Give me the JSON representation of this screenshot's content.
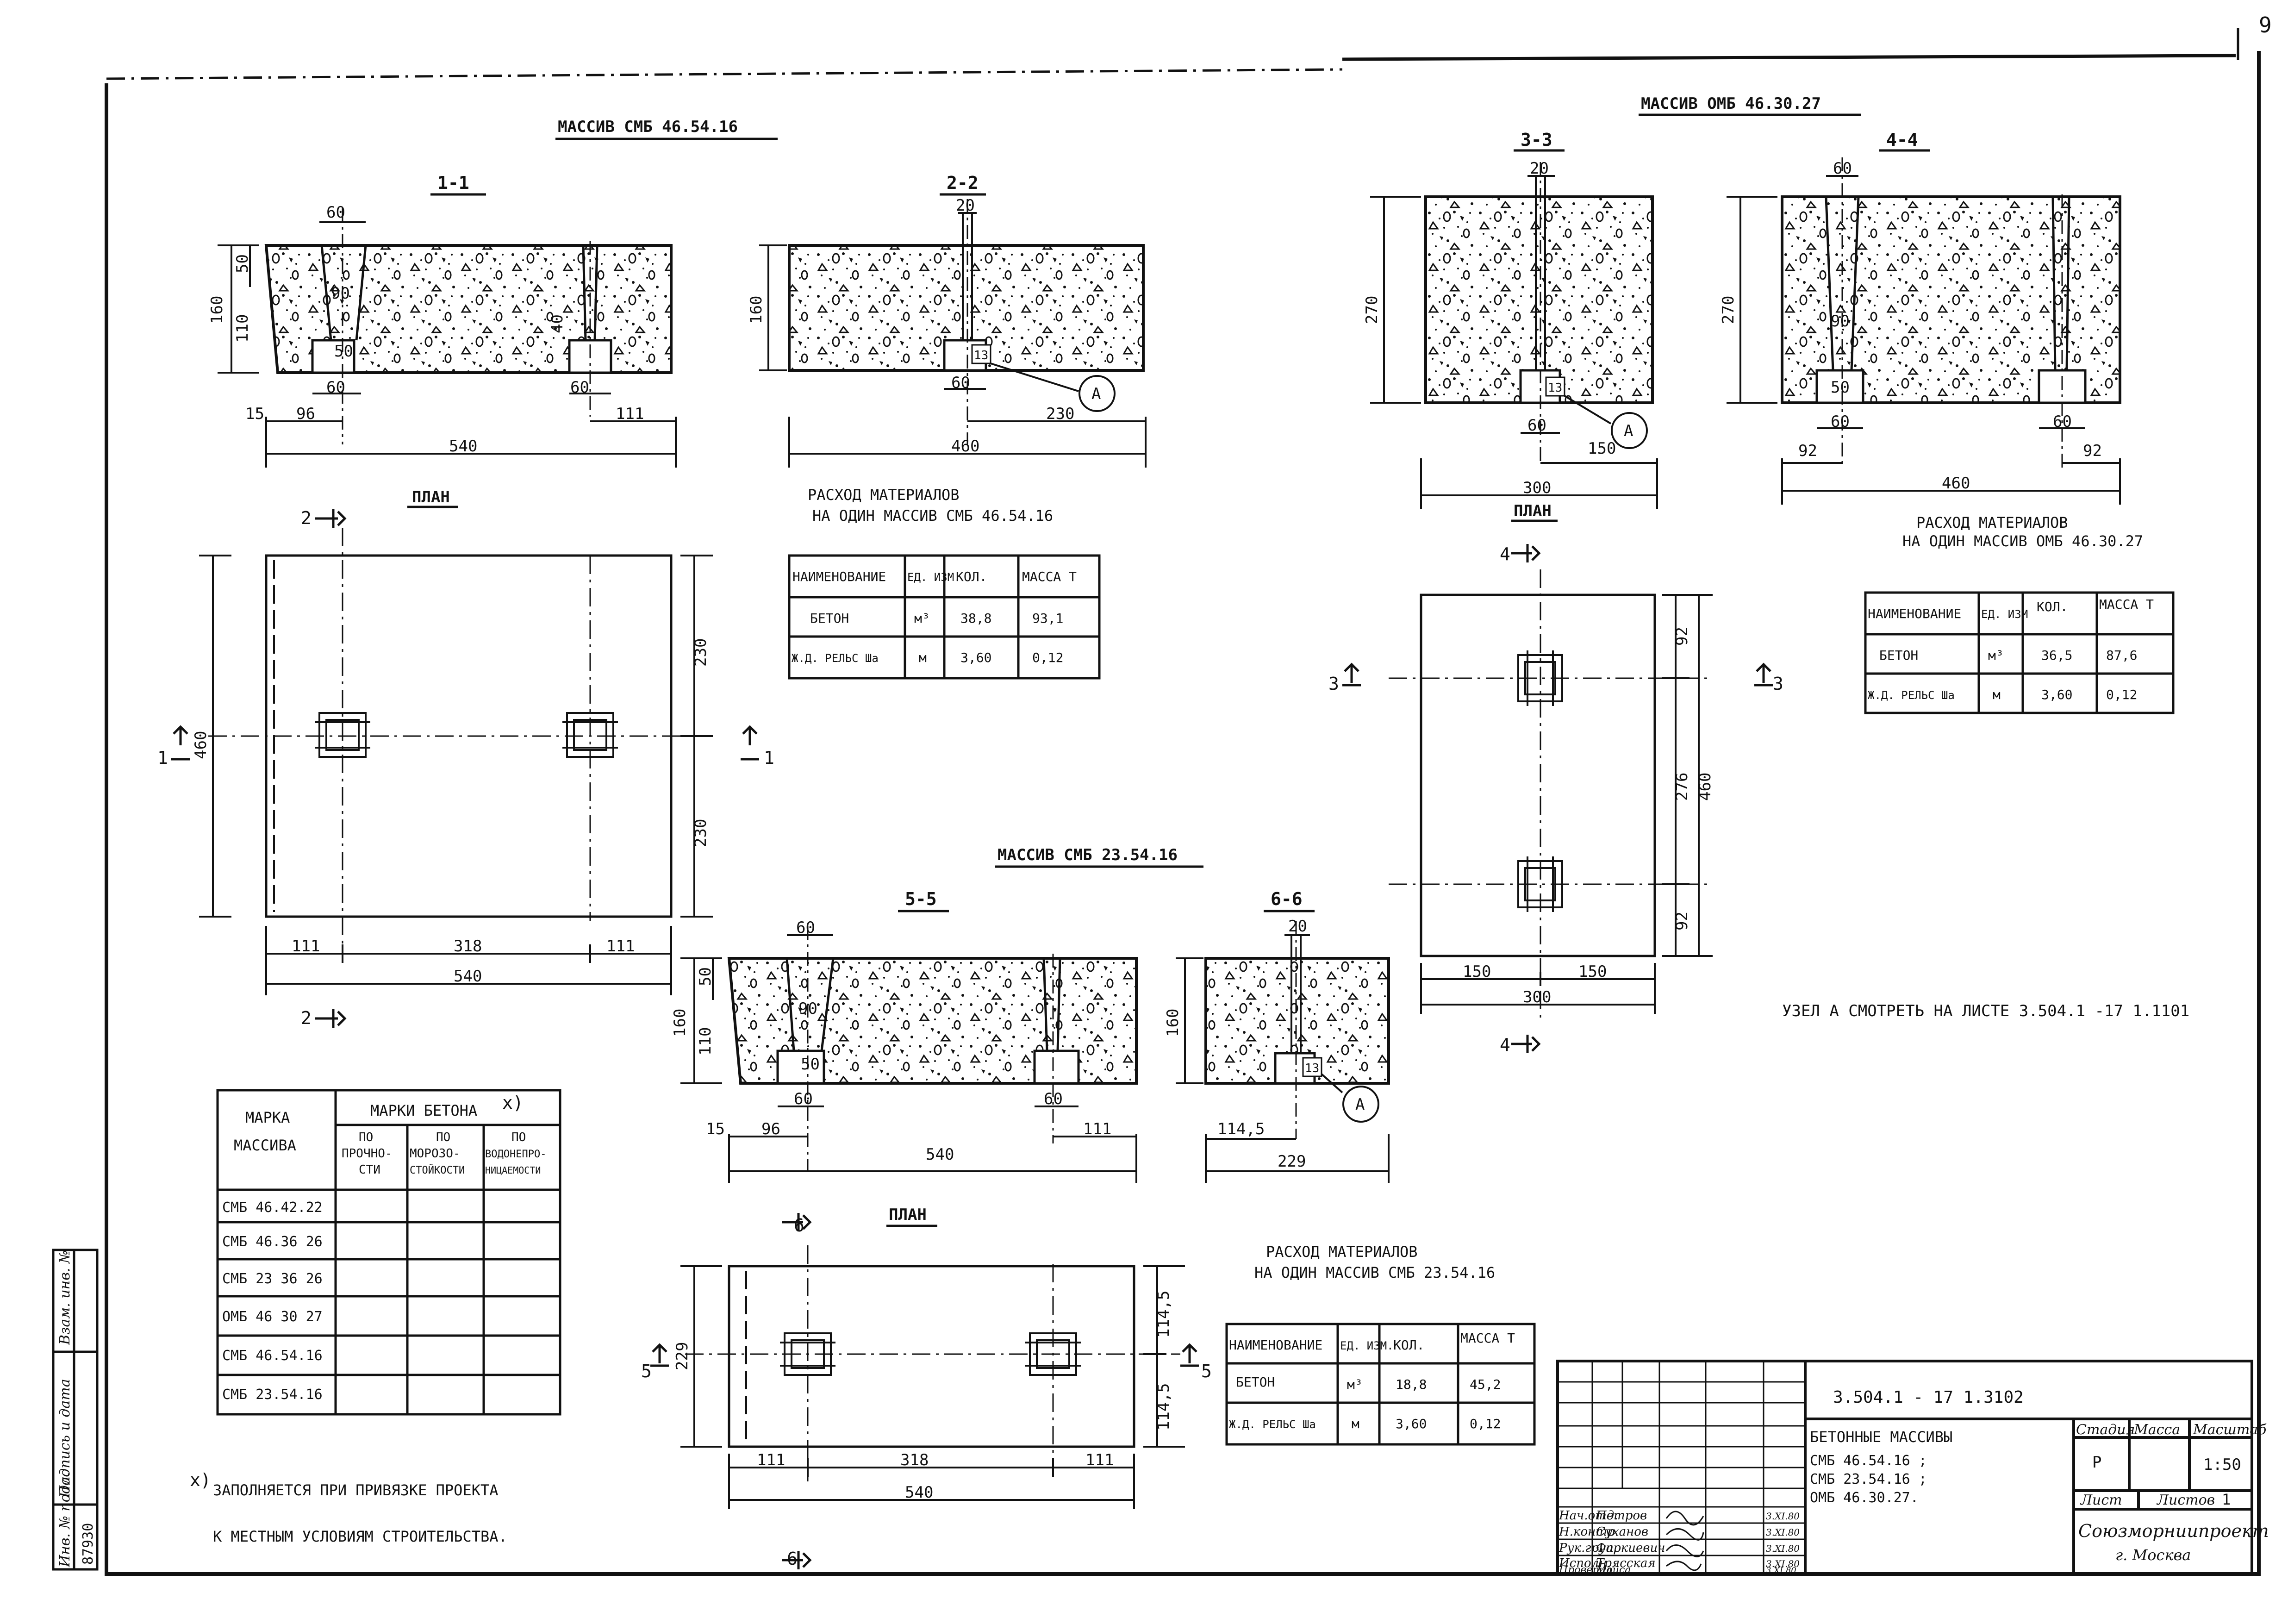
{
  "sheet_number": "9",
  "massifs": [
    {
      "title": "МАССИВ СМБ 46.54.16",
      "section_a": {
        "label": "1-1",
        "dims": [
          "60",
          "50",
          "110",
          "160",
          "90",
          "50",
          "40",
          "60",
          "60",
          "15",
          "96",
          "111",
          "540"
        ]
      },
      "section_b": {
        "label": "2-2",
        "dims": [
          "20",
          "160",
          "13",
          "60",
          "230",
          "460"
        ],
        "node_callout": "А"
      },
      "plan": {
        "label": "ПЛАН",
        "cut_marks": [
          "2",
          "2",
          "1",
          "1"
        ],
        "dims": [
          "460",
          "230",
          "230",
          "111",
          "318",
          "111",
          "540"
        ]
      },
      "materials": {
        "title_line1": "РАСХОД МАТЕРИАЛОВ",
        "title_line2": "НА ОДИН МАССИВ СМБ 46.54.16",
        "headers": [
          "НАИМЕНОВАНИЕ",
          "ЕД. ИЗМ.",
          "КОЛ.",
          "МАССА Т"
        ],
        "rows": [
          [
            "БЕТОН",
            "м³",
            "38,8",
            "93,1"
          ],
          [
            "Ж.Д. РЕЛЬС Ша",
            "м",
            "3,60",
            "0,12"
          ]
        ]
      }
    },
    {
      "title": "МАССИВ ОМБ 46.30.27",
      "section_a": {
        "label": "3-3",
        "dims": [
          "20",
          "270",
          "13",
          "60",
          "150",
          "300"
        ],
        "node_callout": "А"
      },
      "section_b": {
        "label": "4-4",
        "dims": [
          "60",
          "270",
          "90",
          "50",
          "60",
          "60",
          "92",
          "92",
          "460"
        ]
      },
      "plan": {
        "label": "ПЛАН",
        "cut_marks": [
          "4",
          "4",
          "3",
          "3"
        ],
        "dims": [
          "92",
          "276",
          "460",
          "92",
          "150",
          "150",
          "300"
        ]
      },
      "materials": {
        "title_line1": "РАСХОД МАТЕРИАЛОВ",
        "title_line2": "НА ОДИН МАССИВ ОМБ 46.30.27",
        "headers": [
          "НАИМЕНОВАНИЕ",
          "ЕД. ИЗМ",
          "КОЛ.",
          "МАССА Т"
        ],
        "rows": [
          [
            "БЕТОН",
            "м³",
            "36,5",
            "87,6"
          ],
          [
            "Ж.Д. РЕЛЬС Ша",
            "м",
            "3,60",
            "0,12"
          ]
        ]
      }
    },
    {
      "title": "МАССИВ СМБ 23.54.16",
      "section_a": {
        "label": "5-5",
        "dims": [
          "60",
          "50",
          "110",
          "160",
          "90",
          "50",
          "60",
          "60",
          "15",
          "96",
          "111",
          "540"
        ]
      },
      "section_b": {
        "label": "6-6",
        "dims": [
          "20",
          "160",
          "13",
          "114,5",
          "229"
        ],
        "node_callout": "А"
      },
      "plan": {
        "label": "ПЛАН",
        "cut_marks": [
          "6",
          "6",
          "5",
          "5"
        ],
        "dims": [
          "229",
          "114,5",
          "114,5",
          "111",
          "318",
          "111",
          "540"
        ]
      },
      "materials": {
        "title_line1": "РАСХОД МАТЕРИАЛОВ",
        "title_line2": "НА ОДИН МАССИВ СМБ 23.54.16",
        "headers": [
          "НАИМЕНОВАНИЕ",
          "ЕД. ИЗМ.",
          "КОЛ.",
          "МАССА Т"
        ],
        "rows": [
          [
            "БЕТОН",
            "м³",
            "18,8",
            "45,2"
          ],
          [
            "Ж.Д. РЕЛЬС Ша",
            "м",
            "3,60",
            "0,12"
          ]
        ]
      }
    }
  ],
  "node_note": "УЗЕЛ А СМОТРЕТЬ НА ЛИСТЕ 3.504.1 -17 1.1101",
  "concrete_grades": {
    "col_mark_line1": "МАРКА",
    "col_mark_line2": "МАССИВА",
    "group_header": "МАРКИ БЕТОНА",
    "group_mark": "х)",
    "sub_headers": [
      [
        "ПО",
        "ПРОЧНО-",
        "СТИ"
      ],
      [
        "ПО",
        "МОРОЗО-",
        "СТОЙКОСТИ"
      ],
      [
        "ПО",
        "ВОДОНЕПРО-",
        "НИЦАЕМОСТИ"
      ]
    ],
    "rows": [
      "СМБ 46.42.22",
      "СМБ 46.36 26",
      "СМБ 23 36 26",
      "ОМБ 46 30 27",
      "СМБ 46.54.16",
      "СМБ 23.54.16"
    ]
  },
  "footnote": {
    "marker": "х)",
    "line1": "ЗАПОЛНЯЕТСЯ ПРИ ПРИВЯЗКЕ ПРОЕКТА",
    "line2": "К МЕСТНЫМ УСЛОВИЯМ СТРОИТЕЛЬСТВА."
  },
  "left_stamp": {
    "labels": [
      "Инв. № подл.",
      "Подпись и дата",
      "Взам. инв. №"
    ],
    "inventory_number": "87930"
  },
  "title_block": {
    "document_code": "3.504.1 - 17 1.3102",
    "title": "БЕТОННЫЕ МАССИВЫ",
    "subtitle_lines": [
      "СМБ 46.54.16 ;",
      "СМБ 23.54.16 ;",
      "ОМБ 46.30.27."
    ],
    "stage_label": "Стадия",
    "mass_label": "Масса",
    "scale_label": "Масштаб",
    "stage_value": "Р",
    "scale_value": "1:50",
    "sheet_label": "Лист",
    "sheets_label": "Листов",
    "sheets_value": "1",
    "organization": "Союзморниипроект",
    "city": "г. Москва",
    "signatures": [
      {
        "role": "Нач.отд.",
        "name": "Петров",
        "date": "3.XI.80"
      },
      {
        "role": "Н.контр.",
        "name": "Суханов",
        "date": "3.XI.80"
      },
      {
        "role": "Рук.груп.",
        "name": "Фаркиевич",
        "date": "3.XI.80"
      },
      {
        "role": "Исполн.",
        "name": "Трясская",
        "date": "3.XI.80"
      },
      {
        "role": "Проверил",
        "name": "Мойса",
        "date": "3.XI.80"
      }
    ]
  },
  "colors": {
    "ink": "#111111",
    "paper": "#ffffff"
  }
}
